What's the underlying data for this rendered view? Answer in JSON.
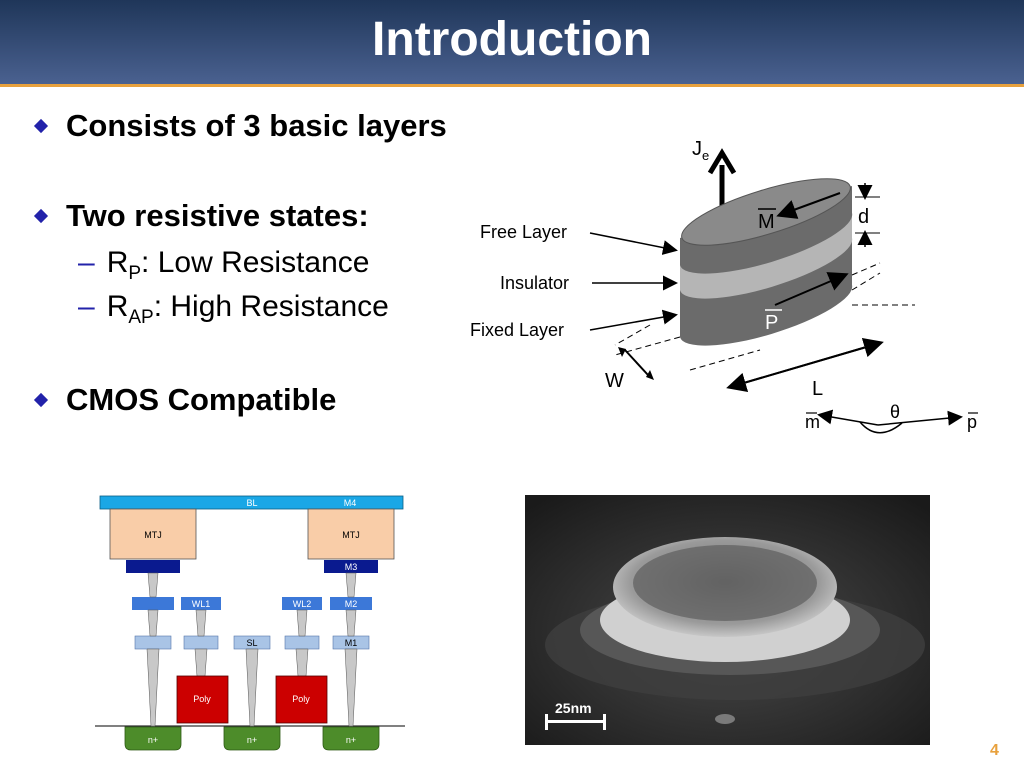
{
  "slide": {
    "title": "Introduction",
    "page_number": "4"
  },
  "bullets": [
    {
      "text": "Consists of 3 basic layers"
    },
    {
      "text": "Two resistive states:"
    },
    {
      "text": "CMOS Compatible"
    }
  ],
  "sub_bullets": [
    {
      "dash": "–",
      "main": "R",
      "sub": "P",
      "rest": ": Low Resistance"
    },
    {
      "dash": "–",
      "main": "R",
      "sub": "AP",
      "rest": ": High Resistance"
    }
  ],
  "mtj_figure": {
    "current_label": "J",
    "current_sub": "e",
    "free_layer": "Free Layer",
    "insulator": "Insulator",
    "fixed_layer": "Fixed Layer",
    "m_vec": "M",
    "p_vec": "P",
    "d": "d",
    "w": "W",
    "l": "L",
    "m_small": "m",
    "p_small": "p",
    "theta": "θ"
  },
  "cmos_figure": {
    "bl": "BL",
    "m4": "M4",
    "mtj_left": "MTJ",
    "mtj_right": "MTJ",
    "m3": "M3",
    "wl1": "WL1",
    "wl2": "WL2",
    "m2": "M2",
    "sl": "SL",
    "m1": "M1",
    "poly_left": "Poly",
    "poly_right": "Poly",
    "n_left": "n+",
    "n_mid": "n+",
    "n_right": "n+"
  },
  "sem_image": {
    "scale_label": "25nm"
  }
}
